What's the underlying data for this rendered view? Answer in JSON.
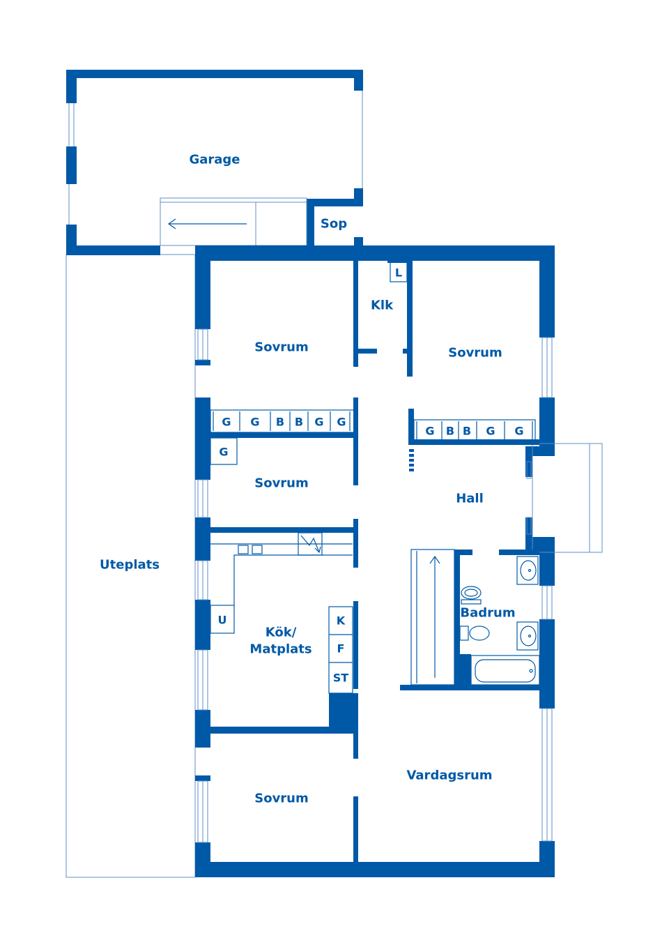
{
  "colors": {
    "wall": "#0059a7",
    "background": "#ffffff"
  },
  "rooms": {
    "garage": "Garage",
    "sop": "Sop",
    "klk": "Klk",
    "closet_l": "L",
    "bedroom_top_left": "Sovrum",
    "bedroom_top_right": "Sovrum",
    "bedroom_middle": "Sovrum",
    "hall": "Hall",
    "uteplats": "Uteplats",
    "kitchen_line1": "Kök/",
    "kitchen_line2": "Matplats",
    "badrum": "Badrum",
    "vardagsrum": "Vardagsrum",
    "bedroom_bottom": "Sovrum"
  },
  "closets": {
    "row_left": [
      "G",
      "G",
      "B",
      "B",
      "G",
      "G"
    ],
    "row_right": [
      "G",
      "B",
      "B",
      "G",
      "G"
    ],
    "bedroom_g": "G"
  },
  "kitchen_units": {
    "u": "U",
    "k": "K",
    "f": "F",
    "st": "ST"
  },
  "icons": [
    "arrow-left-icon",
    "arrow-up-icon",
    "toilet-icon",
    "sink-icon",
    "bathtub-icon",
    "stove-icon"
  ]
}
